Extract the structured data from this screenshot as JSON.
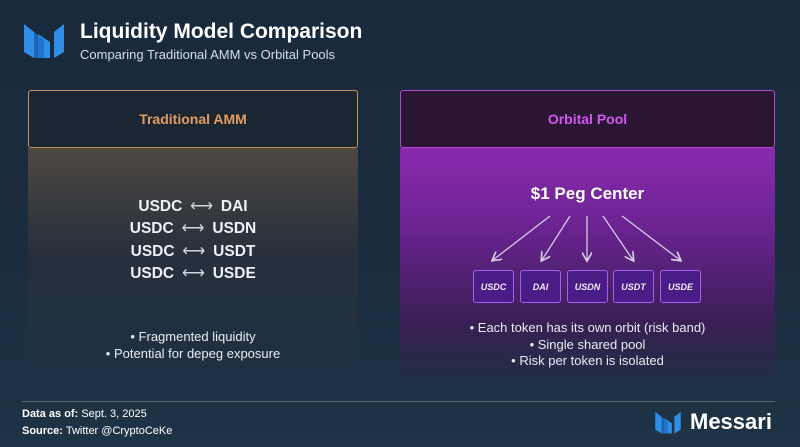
{
  "header": {
    "title": "Liquidity Model Comparison",
    "subtitle": "Comparing Traditional AMM vs Orbital Pools"
  },
  "left_panel": {
    "title": "Traditional AMM",
    "pairs": [
      {
        "a": "USDC",
        "b": "DAI"
      },
      {
        "a": "USDC",
        "b": "USDN"
      },
      {
        "a": "USDC",
        "b": "USDT"
      },
      {
        "a": "USDC",
        "b": "USDE"
      }
    ],
    "bullets": [
      "Fragmented liquidity",
      "Potential for depeg exposure"
    ]
  },
  "right_panel": {
    "title": "Orbital Pool",
    "center_label": "$1 Peg Center",
    "tokens": [
      "USDC",
      "DAI",
      "USDN",
      "USDT",
      "USDE"
    ],
    "bullets": [
      "Each token has its own orbit (risk band)",
      "Single shared pool",
      "Risk per token is isolated"
    ]
  },
  "footer": {
    "date_label": "Data as of:",
    "date_value": "Sept. 3, 2025",
    "source_label": "Source:",
    "source_value": "Twitter @CryptoCeKe",
    "brand": "Messari"
  },
  "colors": {
    "background": "#1b2c3e",
    "amm_accent": "#e39d62",
    "orbital_accent": "#d357f0",
    "token_fill": "#4a1d86",
    "brand_blue": "#2f8fe8"
  },
  "icons": {
    "logo": "messari-logo-icon",
    "pair_arrow": "double-arrow-icon",
    "bullet": "bullet-dot-icon"
  }
}
